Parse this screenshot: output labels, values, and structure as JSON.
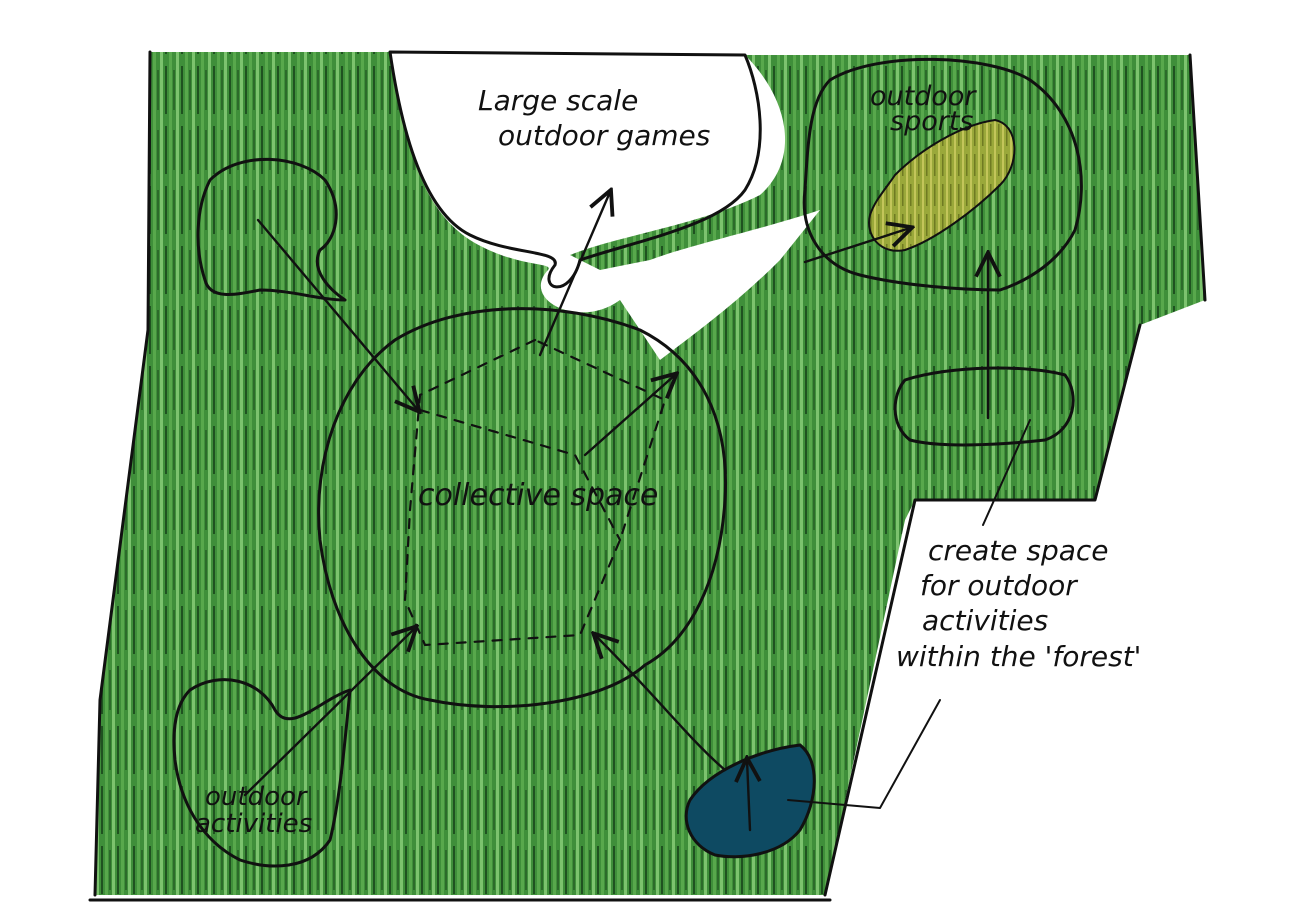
{
  "labels": {
    "large_scale_line1": "Large scale",
    "large_scale_line2": "outdoor games",
    "sports_line1": "outdoor",
    "sports_line2": "sports",
    "collective": "collective space",
    "create_line1": "create space",
    "create_line2": "for outdoor",
    "create_line3": "activities",
    "create_line4": "within the 'forest'",
    "activities_line1": "outdoor",
    "activities_line2": "activities"
  },
  "colors": {
    "forest_green": "#3f8f3a",
    "forest_light": "#7cc36e",
    "forest_dark": "#1f5220",
    "sports_field": "#9aa83a",
    "pond": "#0e4a62",
    "ink": "#111111",
    "clearing": "#ffffff"
  }
}
